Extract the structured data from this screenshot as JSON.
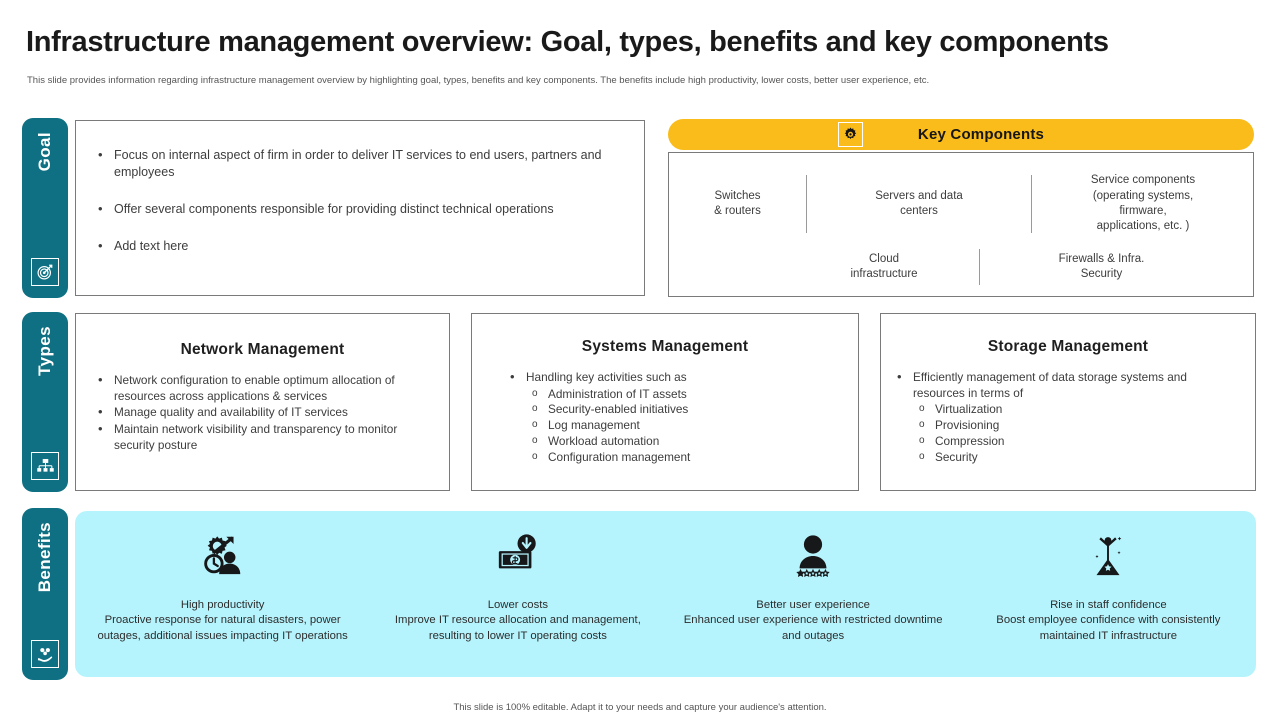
{
  "header": {
    "title": "Infrastructure management overview: Goal, types, benefits and key components",
    "subtitle": "This slide provides information regarding infrastructure management overview by highlighting goal, types, benefits and key components. The benefits include high productivity, lower costs, better user experience, etc."
  },
  "colors": {
    "teal": "#0e7082",
    "yellow": "#f9bc1b",
    "cyan": "#b6f4fd",
    "border": "#7a7a7a"
  },
  "tabs": {
    "goal": {
      "label": "Goal",
      "icon": "target-icon"
    },
    "types": {
      "label": "Types",
      "icon": "network-diagram-icon"
    },
    "benefits": {
      "label": "Benefits",
      "icon": "hand-gear-icon"
    }
  },
  "goal": {
    "bullets": [
      "Focus on internal aspect of firm in order to deliver IT services to end users, partners and employees",
      "Offer several components responsible for providing distinct  technical operations",
      "Add text here"
    ]
  },
  "key_components": {
    "title": "Key Components",
    "icon": "gear-icon",
    "row_top": [
      "Switches\n& routers",
      "Servers  and data\ncenters",
      "Service components\n(operating systems,\nfirmware,\napplications, etc. )"
    ],
    "row_bottom": [
      "Cloud\ninfrastructure",
      "Firewalls & Infra.\nSecurity"
    ],
    "items": [
      "Switches & routers",
      "Servers and data centers",
      "Service components (operating systems, firmware, applications, etc. )",
      "Cloud infrastructure",
      "Firewalls & Infra. Security"
    ]
  },
  "types": [
    {
      "title": "Network Management",
      "bullets": [
        "Network configuration  to enable optimum allocation of resources across applications & services",
        "Manage quality and availability  of IT services",
        "Maintain network visibility  and transparency to monitor security posture"
      ],
      "subbullets": []
    },
    {
      "title": "Systems Management",
      "bullets": [
        "Handling  key activities  such as"
      ],
      "subbullets": [
        "Administration of IT  assets",
        "Security-enabled initiatives",
        "Log management",
        "Workload automation",
        "Configuration management"
      ]
    },
    {
      "title": "Storage Management",
      "bullets": [
        "Efficiently management  of data storage  systems and resources  in terms of"
      ],
      "subbullets": [
        "Virtualization",
        "Provisioning",
        "Compression",
        "Security"
      ]
    }
  ],
  "benefits": [
    {
      "icon": "productivity-gear-clock-person-icon",
      "name": "High productivity",
      "desc": "Proactive response for natural disasters, power outages, additional issues impacting IT operations"
    },
    {
      "icon": "money-down-arrow-icon",
      "name": "Lower costs",
      "desc": "Improve IT resource allocation and management, resulting to lower IT operating costs"
    },
    {
      "icon": "user-rating-stars-icon",
      "name": "Better user experience",
      "desc": "Enhanced user experience with restricted downtime and outages"
    },
    {
      "icon": "person-on-summit-icon",
      "name": "Rise in staff confidence",
      "desc": "Boost employee confidence with consistently maintained IT infrastructure"
    }
  ],
  "footer": "This slide is 100% editable.  Adapt it to your needs and capture your audience's attention."
}
